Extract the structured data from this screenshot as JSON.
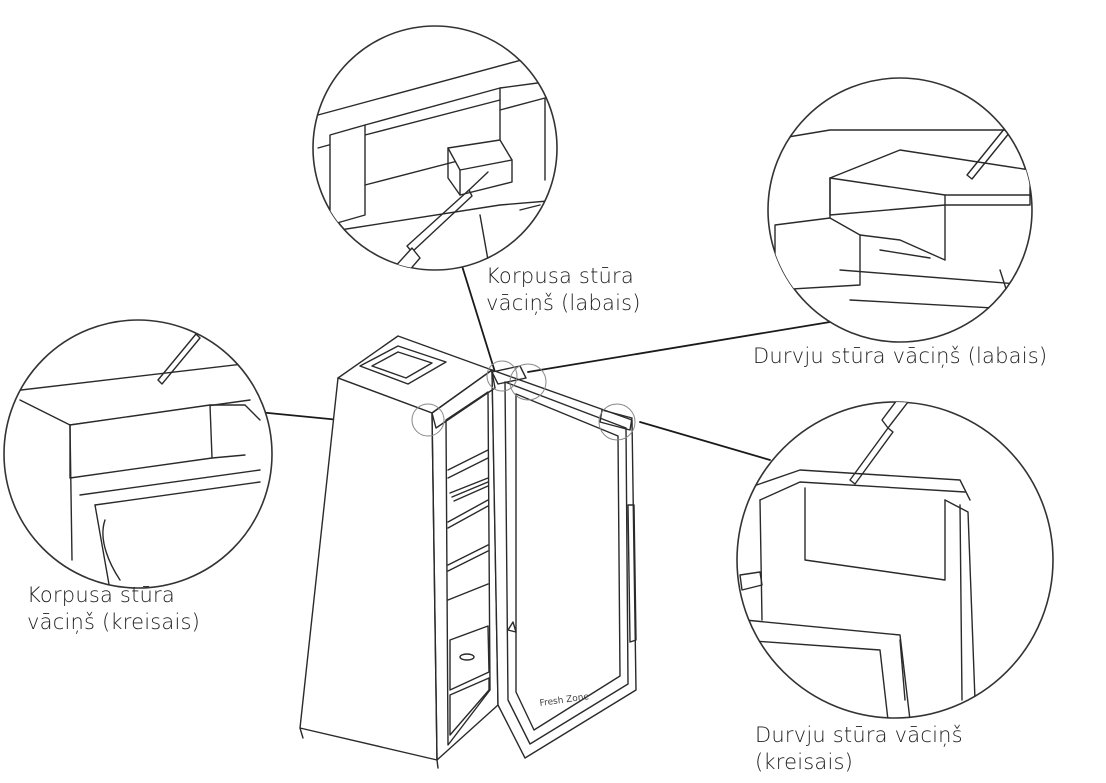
{
  "labels": {
    "body_corner_right": [
      "Korpusa stūra",
      "vāciņš (labais)"
    ],
    "door_corner_right": [
      "Durvju stūra vāciņš (labais)"
    ],
    "body_corner_left": [
      "Korpusa stūra",
      "vāciņš (kreisais)"
    ],
    "door_corner_left": [
      "Durvju stūra vāciņš",
      "(kreisais)"
    ]
  },
  "door_print": "Fresh Zone",
  "colors": {
    "line": "#2a2a2a",
    "leader": "#1a1a1a",
    "text": "#1e1e1e",
    "background": "#ffffff"
  }
}
